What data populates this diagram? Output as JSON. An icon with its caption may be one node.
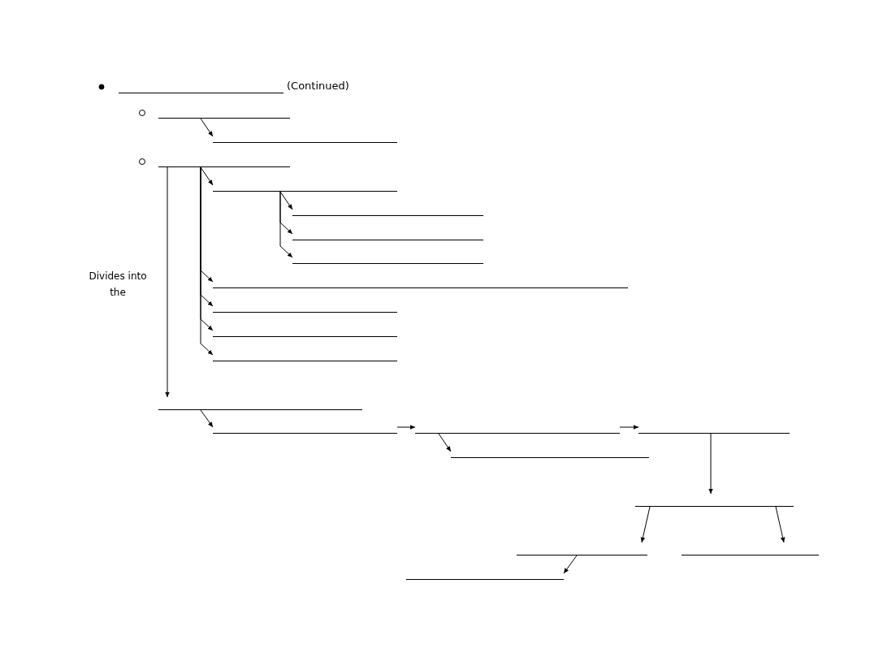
{
  "diagram": {
    "nodes": [
      {
        "text": [],
        "shape": "line",
        "beside": [
          "(Continued)"
        ]
      },
      {
        "text": [],
        "shape": "line"
      },
      {
        "text": [],
        "shape": "line"
      },
      {
        "text": [],
        "shape": "line"
      },
      {
        "text": [],
        "shape": "line"
      },
      {
        "text": [],
        "shape": "line"
      },
      {
        "text": [],
        "shape": "line"
      },
      {
        "text": [],
        "shape": "line"
      },
      {
        "text": [],
        "shape": "line"
      },
      {
        "text": [],
        "shape": "line"
      },
      {
        "text": [],
        "shape": "line"
      },
      {
        "text": [],
        "shape": "line"
      },
      {
        "text": [],
        "shape": "line"
      },
      {
        "text": [],
        "shape": "line"
      },
      {
        "text": [],
        "shape": "line"
      },
      {
        "text": [],
        "shape": "line"
      },
      {
        "text": [],
        "shape": "line"
      },
      {
        "text": [],
        "shape": "line"
      },
      {
        "text": [],
        "shape": "line"
      },
      {
        "text": [],
        "shape": "line"
      },
      {
        "text": [],
        "shape": "line"
      }
    ],
    "edges": [
      {
        "from": 1,
        "to": 2,
        "arrow": "to"
      },
      {
        "from": 3,
        "to": 4,
        "arrow": "to"
      },
      {
        "from": 4,
        "to": 5,
        "arrow": "to"
      },
      {
        "from": 4,
        "to": 6,
        "arrow": "to"
      },
      {
        "from": 4,
        "to": 7,
        "arrow": "to"
      },
      {
        "from": 3,
        "to": 8,
        "arrow": "to"
      },
      {
        "from": 3,
        "to": 9,
        "arrow": "to"
      },
      {
        "from": 3,
        "to": 10,
        "arrow": "to"
      },
      {
        "from": 3,
        "to": 11,
        "arrow": "to"
      },
      {
        "from": 3,
        "to": 12,
        "arrow": "to",
        "label": "Divides into the"
      },
      {
        "from": 12,
        "to": 13,
        "arrow": "to"
      },
      {
        "from": 13,
        "to": 14,
        "arrow": "to"
      },
      {
        "from": 14,
        "to": 15,
        "arrow": "to"
      },
      {
        "from": 14,
        "to": 16,
        "arrow": "to"
      },
      {
        "from": 15,
        "to": 17,
        "arrow": "to"
      },
      {
        "from": 17,
        "to": 18,
        "arrow": "to"
      },
      {
        "from": 17,
        "to": 19,
        "arrow": "to"
      },
      {
        "from": 18,
        "to": 20,
        "arrow": "to"
      }
    ]
  }
}
